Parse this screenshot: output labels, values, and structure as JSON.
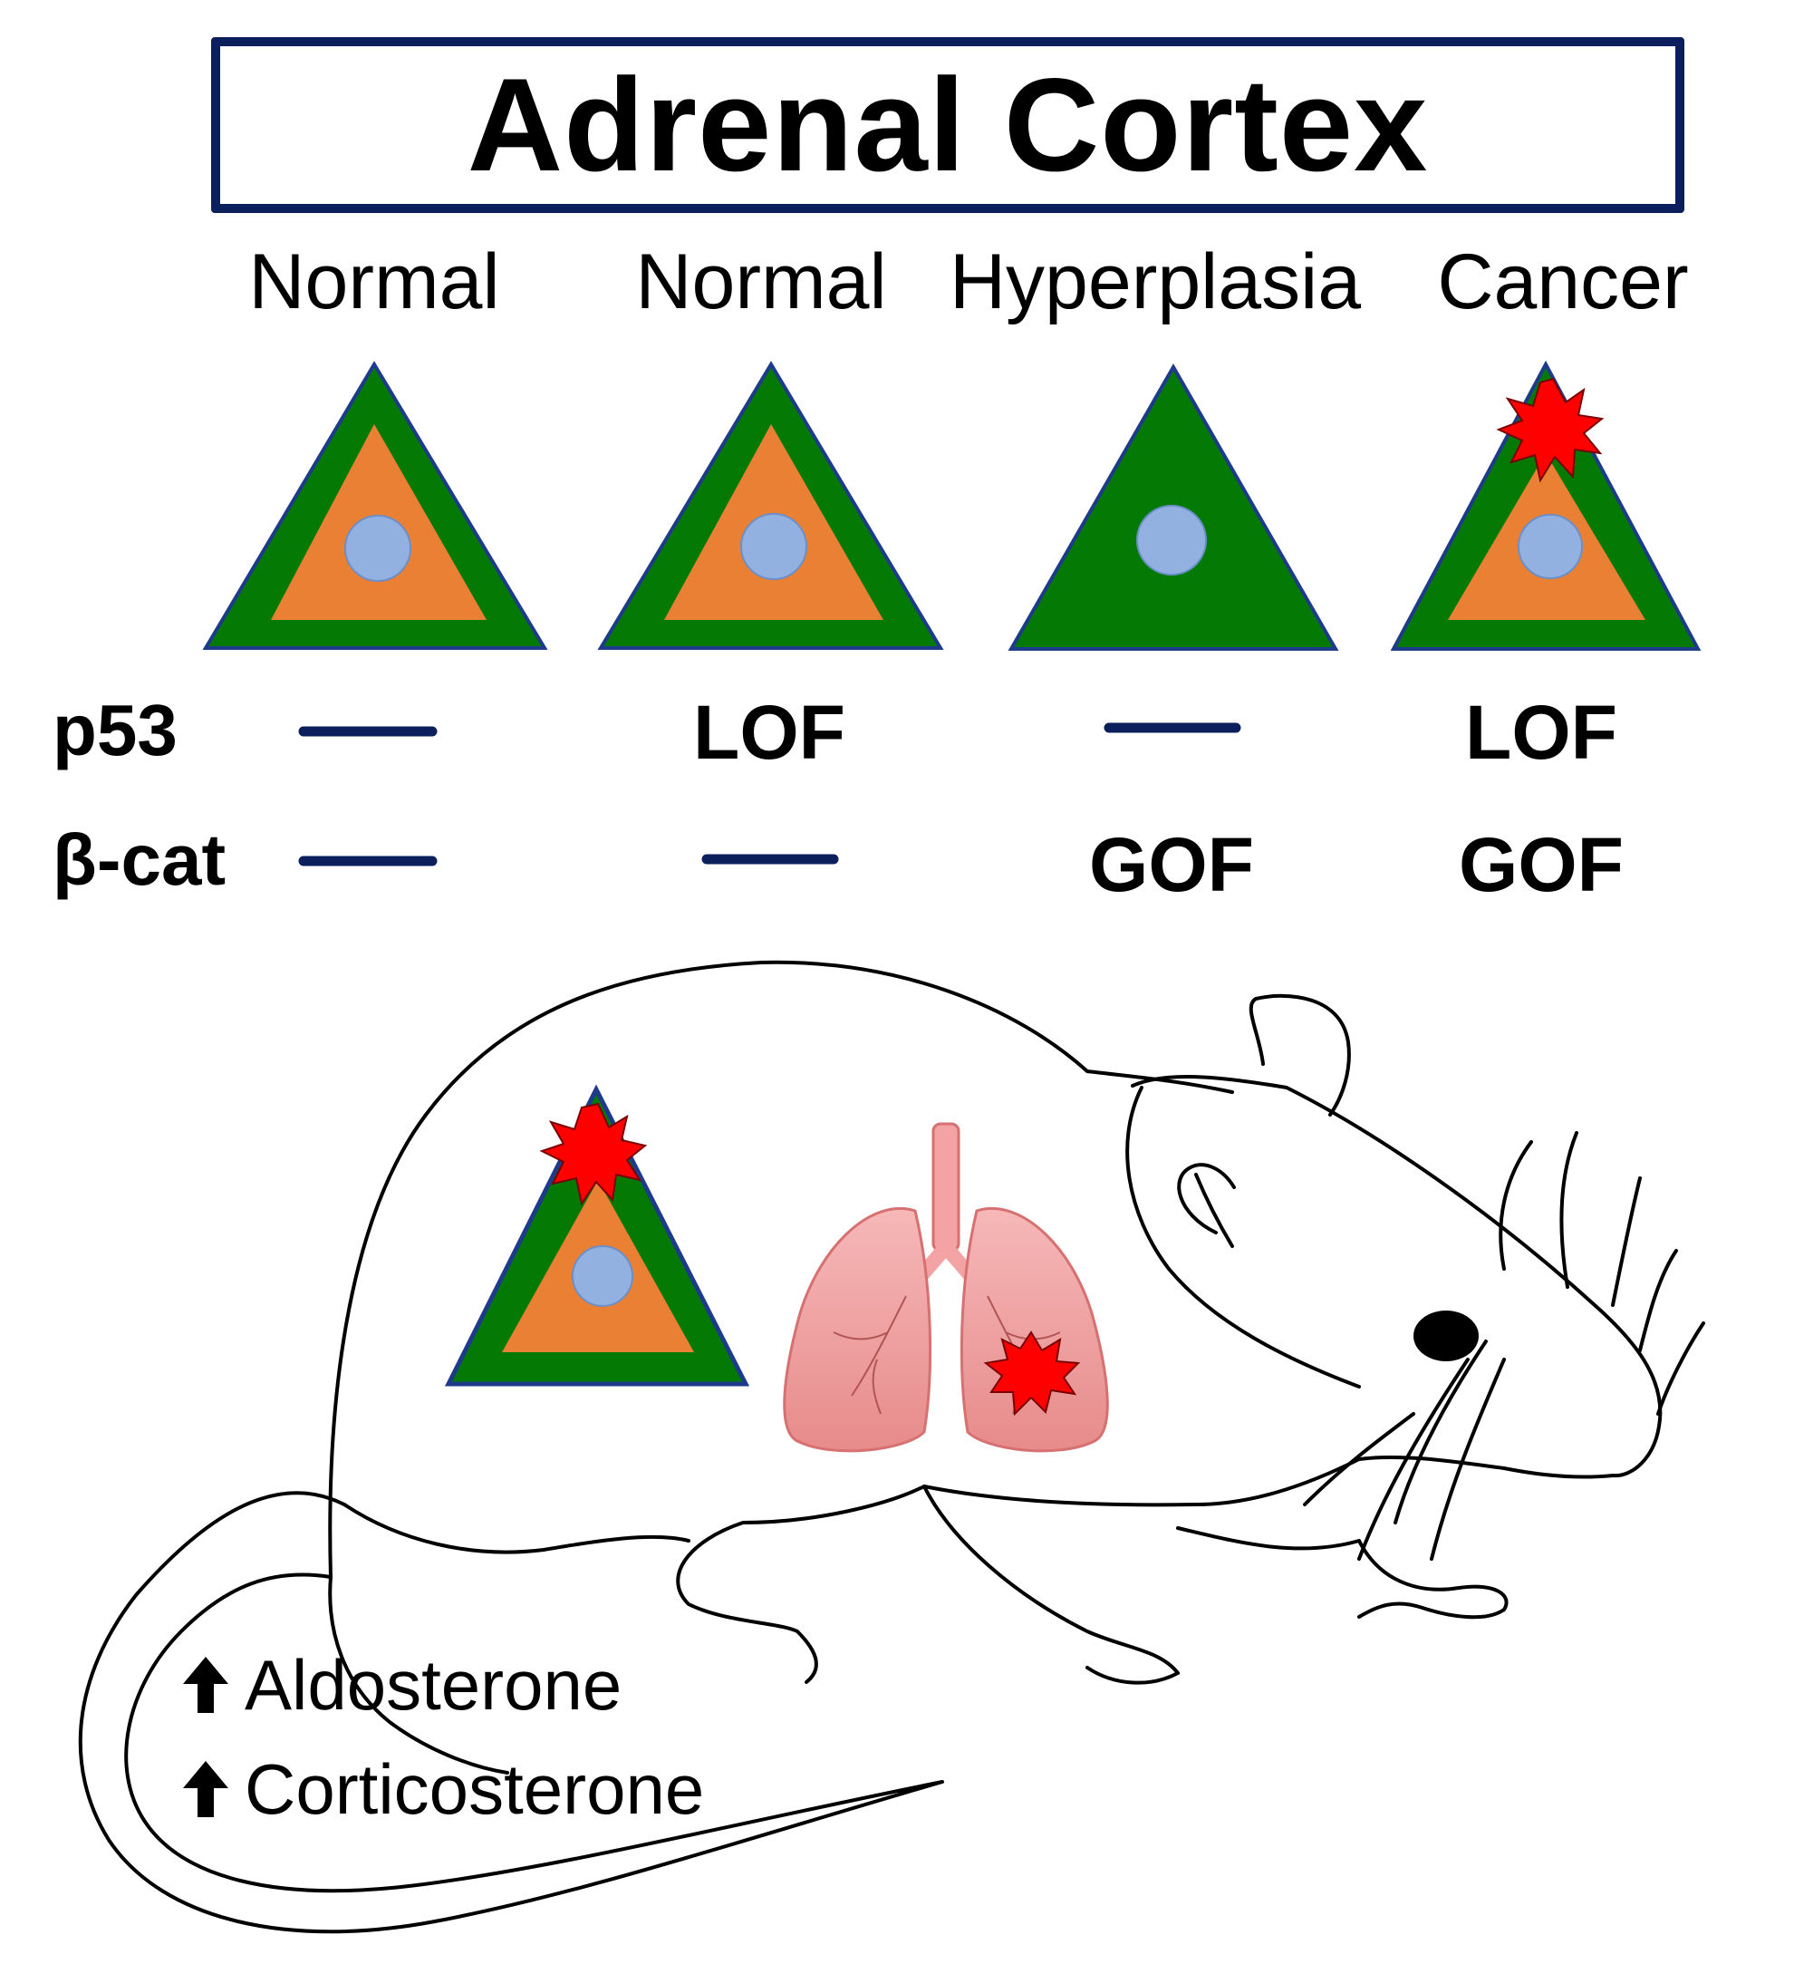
{
  "title": "Adrenal Cortex",
  "stages": [
    {
      "label": "Normal",
      "cell": "normal",
      "p53": "",
      "bcat": ""
    },
    {
      "label": "Normal",
      "cell": "normal",
      "p53": "LOF",
      "bcat": ""
    },
    {
      "label": "Hyperplasia",
      "cell": "hyperplasia",
      "p53": "",
      "bcat": "GOF"
    },
    {
      "label": "Cancer",
      "cell": "cancer",
      "p53": "LOF",
      "bcat": "GOF"
    }
  ],
  "rows": {
    "p53_label": "p53",
    "bcat_label": "β-cat"
  },
  "hormones": [
    {
      "text": "Aldosterone",
      "direction": "up"
    },
    {
      "text": "Corticosterone",
      "direction": "up"
    }
  ],
  "colors": {
    "cell_outer": "#047a04",
    "cell_inner": "#e98033",
    "nucleus": "#93b1e0",
    "border": "#1e3a8a",
    "tumor": "#ff0000",
    "lung": "#ef9a9a"
  }
}
